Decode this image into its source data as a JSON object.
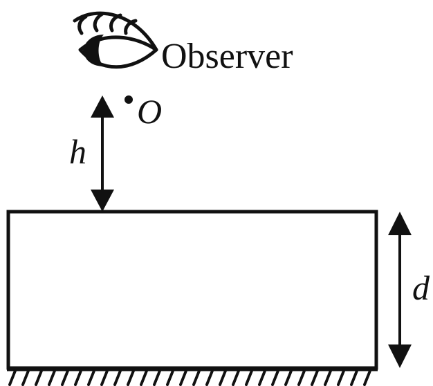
{
  "diagram": {
    "observer_label": "Observer",
    "point_label": "O",
    "height_label": "h",
    "thickness_label": "d",
    "icons": [
      "eye-icon"
    ],
    "colors": {
      "ink": "#111111",
      "background": "#ffffff"
    }
  }
}
